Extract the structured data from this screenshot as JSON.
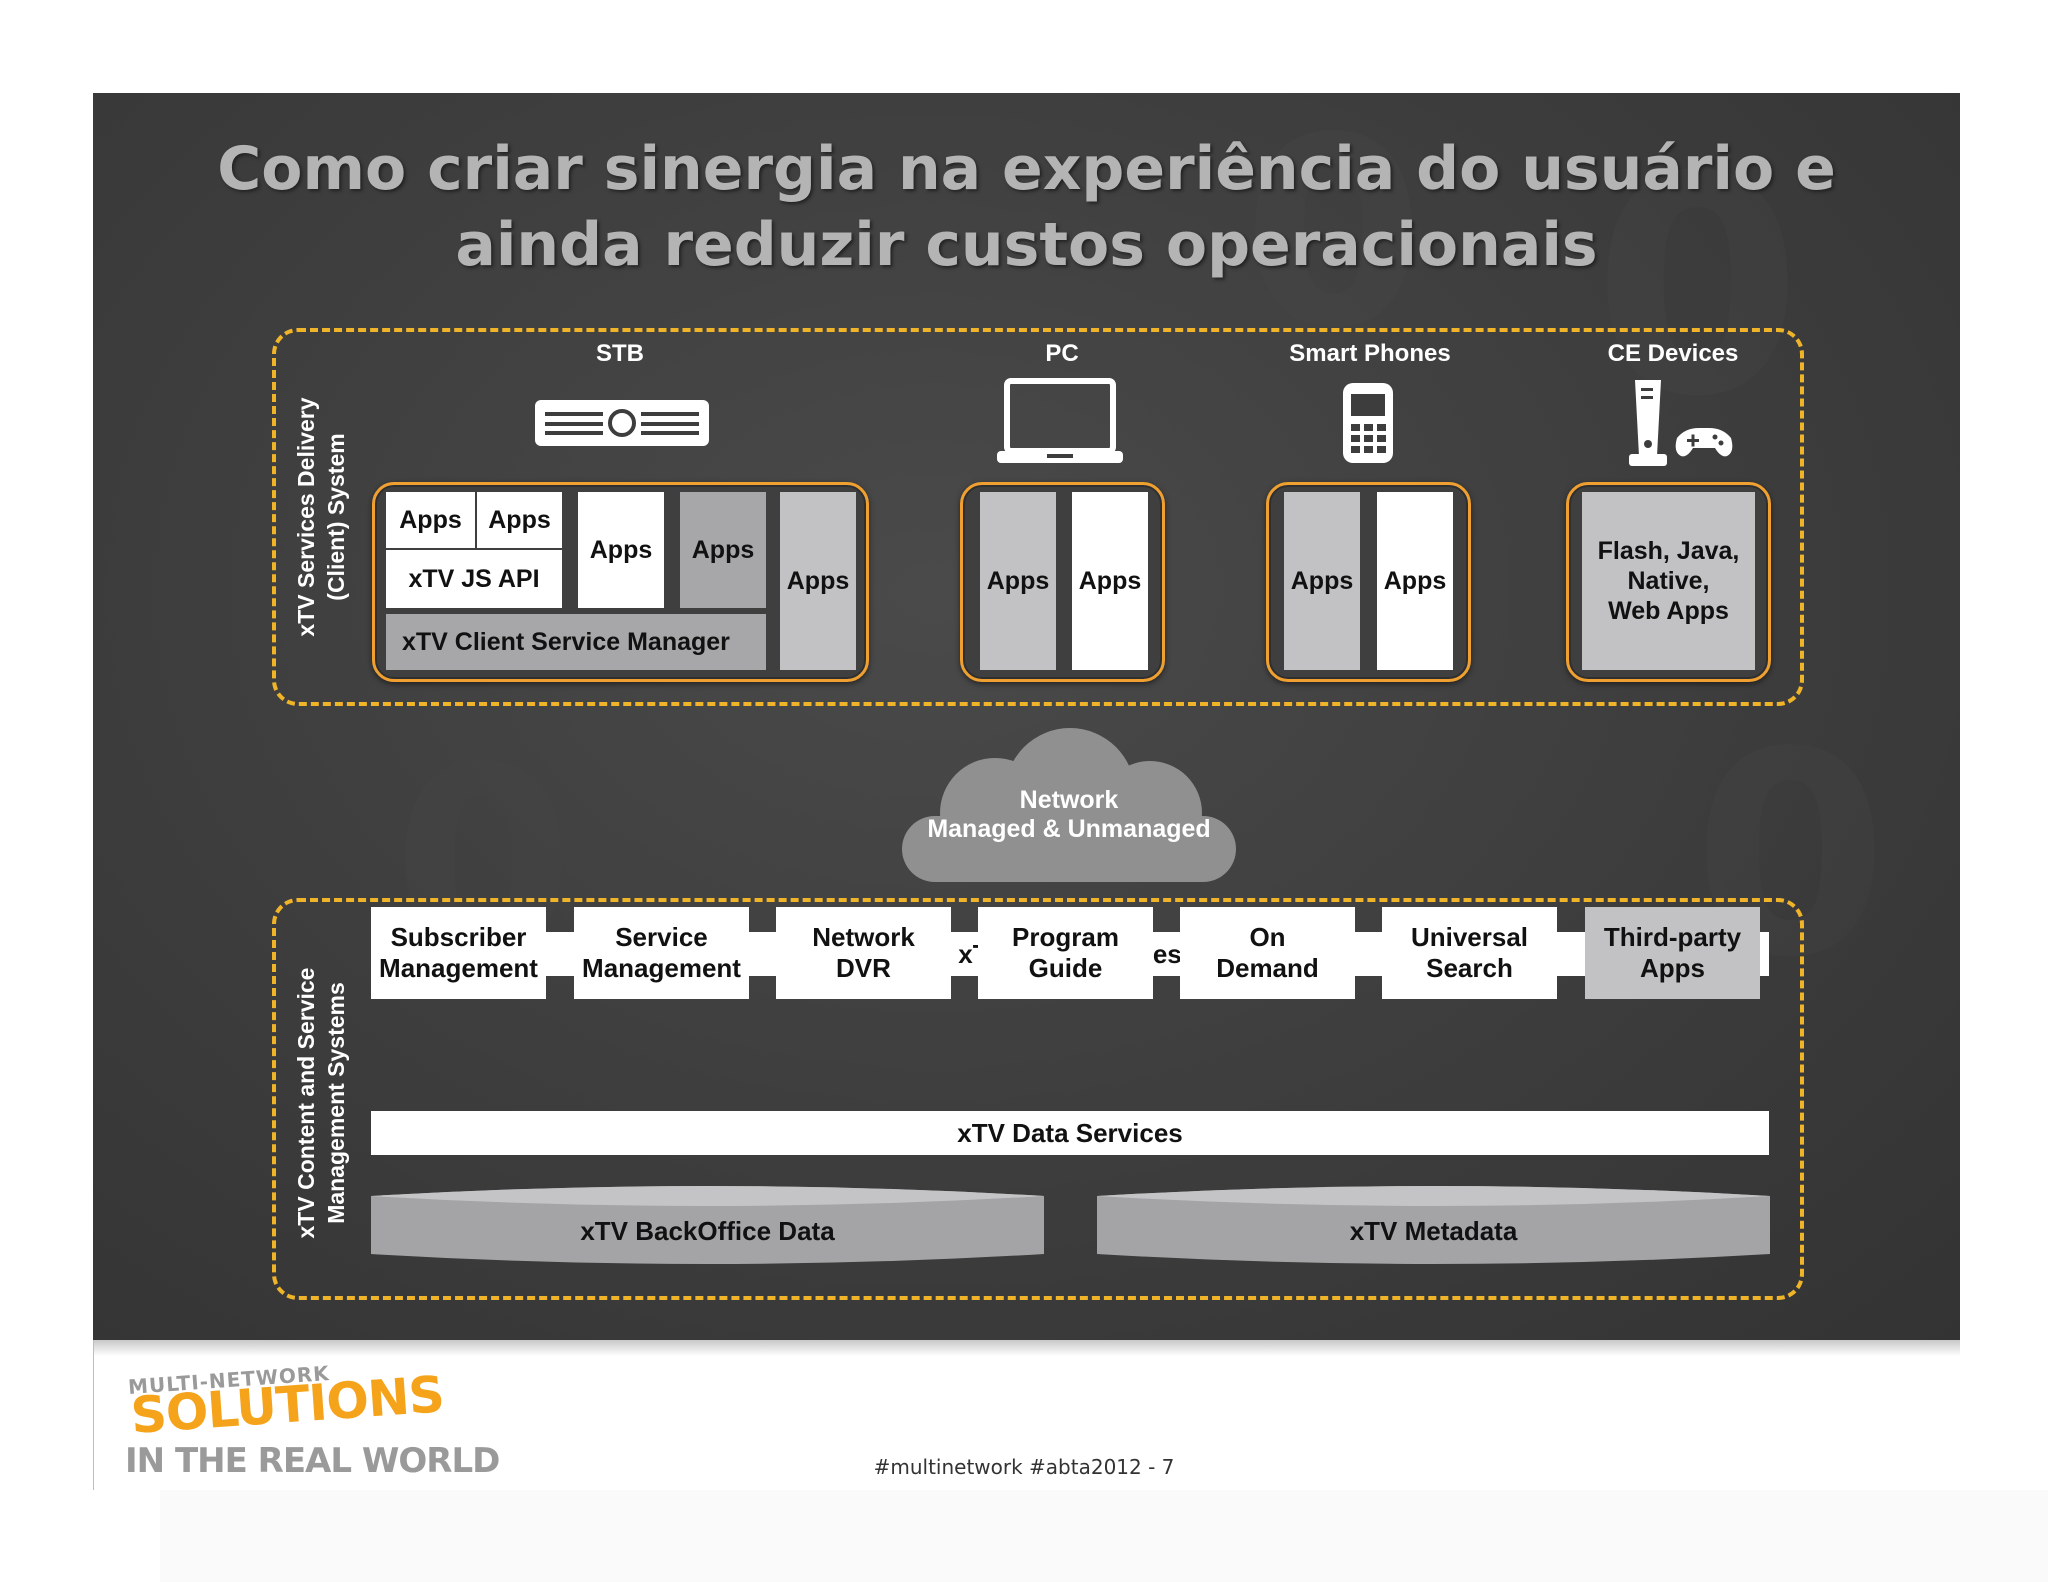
{
  "slide": {
    "title_line1": "Como criar sinergia na experiência do usuário e",
    "title_line2": "ainda reduzir custos operacionais"
  },
  "client_system": {
    "side_label_line1": "xTV Services Delivery",
    "side_label_line2": "(Client) System",
    "devices": [
      {
        "name": "STB",
        "icon": "set-top-box-icon"
      },
      {
        "name": "PC",
        "icon": "laptop-icon"
      },
      {
        "name": "Smart Phones",
        "icon": "smartphone-icon"
      },
      {
        "name": "CE Devices",
        "icon": "game-console-icon"
      }
    ],
    "stb": {
      "apps_a": "Apps",
      "apps_b": "Apps",
      "js_api": "xTV JS API",
      "apps_c": "Apps",
      "apps_d": "Apps",
      "apps_e": "Apps",
      "manager": "xTV Client Service Manager"
    },
    "pc": {
      "apps_1": "Apps",
      "apps_2": "Apps"
    },
    "phones": {
      "apps_1": "Apps",
      "apps_2": "Apps"
    },
    "ce": {
      "line1": "Flash, Java,",
      "line2": "Native,",
      "line3": "Web Apps"
    }
  },
  "network": {
    "line1": "Network",
    "line2": "Managed & Unmanaged"
  },
  "content_system": {
    "side_label_line1": "xTV Content and Service",
    "side_label_line2": "Management Systems",
    "web_services": "xTV Web Services",
    "services": [
      {
        "line1": "Subscriber",
        "line2": "Management"
      },
      {
        "line1": "Service",
        "line2": "Management"
      },
      {
        "line1": "Network",
        "line2": "DVR"
      },
      {
        "line1": "Program",
        "line2": "Guide"
      },
      {
        "line1": "On",
        "line2": "Demand"
      },
      {
        "line1": "Universal",
        "line2": "Search"
      },
      {
        "line1": "Third-party",
        "line2": "Apps"
      }
    ],
    "data_services": "xTV Data Services",
    "backoffice": "xTV BackOffice Data",
    "metadata": "xTV Metadata"
  },
  "footer": {
    "hashtags": "#multinetwork #abta2012  - 7"
  },
  "logo": {
    "line1": "MULTI-NETWORK",
    "line2": "SOLUTIONS",
    "line3": "IN THE REAL WORLD"
  },
  "colors": {
    "accent": "#f0b429",
    "slide_bg": "#3d3d3d",
    "title": "#b4b4b4",
    "logo_orange": "#f5a31a",
    "logo_gray": "#9a9a9a"
  }
}
